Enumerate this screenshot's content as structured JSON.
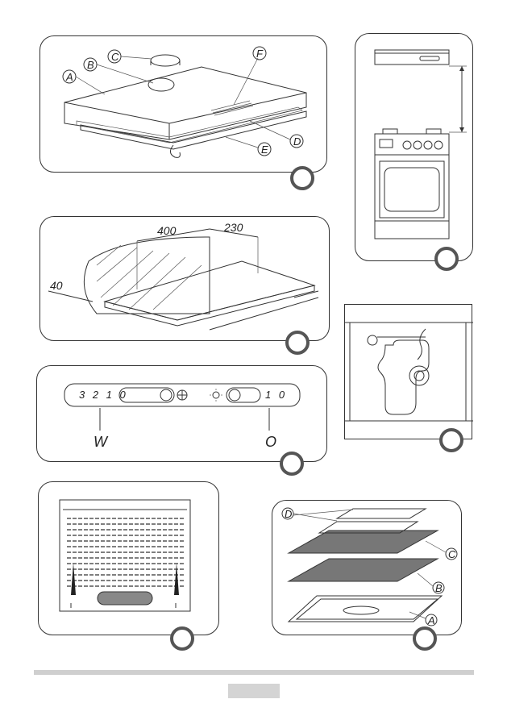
{
  "figures": {
    "hood_parts": {
      "labels": [
        "A",
        "B",
        "C",
        "D",
        "E",
        "F"
      ]
    },
    "installation": {
      "dims": [
        "400",
        "230",
        "40"
      ]
    },
    "control_panel": {
      "speed_scale": "3 2 1 0",
      "light_scale": "1 0",
      "switch_w": "W",
      "switch_o": "O"
    },
    "filters": {
      "labels": [
        "A",
        "B",
        "C",
        "D"
      ]
    }
  },
  "colors": {
    "outline": "#333333",
    "badge": "#555555",
    "footer_bar": "#cfcfcf"
  },
  "icons": [
    "fan-icon",
    "light-icon"
  ]
}
